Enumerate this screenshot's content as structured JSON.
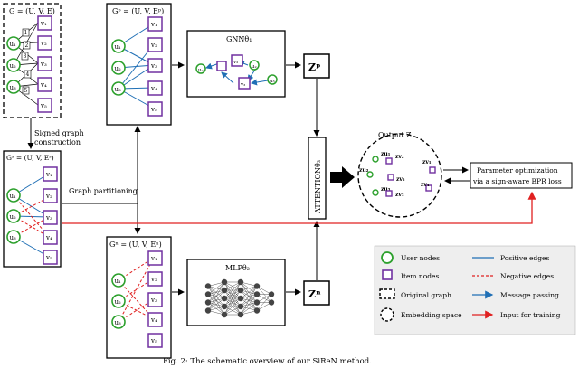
{
  "colors": {
    "user": "#2ca02c",
    "item": "#7030a0",
    "positive": "#1f6fb5",
    "negative": "#e02020",
    "message": "#1f6fb5",
    "input": "#e02020",
    "box": "#000000"
  },
  "labels": {
    "g_original": "G = (U, V, E)",
    "g_signed": "Gˢ = (U, V, Eˢ)",
    "g_pos": "Gᵖ = (U, V, Eᵖ)",
    "g_neg": "Gⁿ = (U, V, Eⁿ)",
    "signed_construction_1": "Signed graph",
    "signed_construction_2": "construction",
    "graph_partitioning": "Graph partitioning",
    "gnn": "GNNθ₁",
    "mlp": "MLPθ₂",
    "zp": "Zᵖ",
    "zn": "Zⁿ",
    "attention": "ATTENTIONθ₃",
    "output_z": "Output Z",
    "param_opt_1": "Parameter optimization",
    "param_opt_2": "via a sign-aware BPR loss",
    "caption": "Fig. 2: The schematic overview of our SiReN method."
  },
  "nodes": {
    "users": [
      "u1",
      "u2",
      "u3"
    ],
    "items": [
      "v1",
      "v2",
      "v3",
      "v4",
      "v5"
    ],
    "edge_weights": [
      "1",
      "2",
      "3",
      "4",
      "5"
    ]
  },
  "embedding_labels": [
    "zu1",
    "zu2",
    "zu3",
    "zv1",
    "zv2",
    "zv3",
    "zv4",
    "zv5"
  ],
  "legend": [
    {
      "key": "user",
      "label": "User nodes"
    },
    {
      "key": "item",
      "label": "Item nodes"
    },
    {
      "key": "original",
      "label": "Original graph"
    },
    {
      "key": "embedding",
      "label": "Embedding space"
    },
    {
      "key": "positive",
      "label": "Positive edges"
    },
    {
      "key": "negative",
      "label": "Negative edges"
    },
    {
      "key": "message",
      "label": "Message passing"
    },
    {
      "key": "input",
      "label": "Input for training"
    }
  ]
}
